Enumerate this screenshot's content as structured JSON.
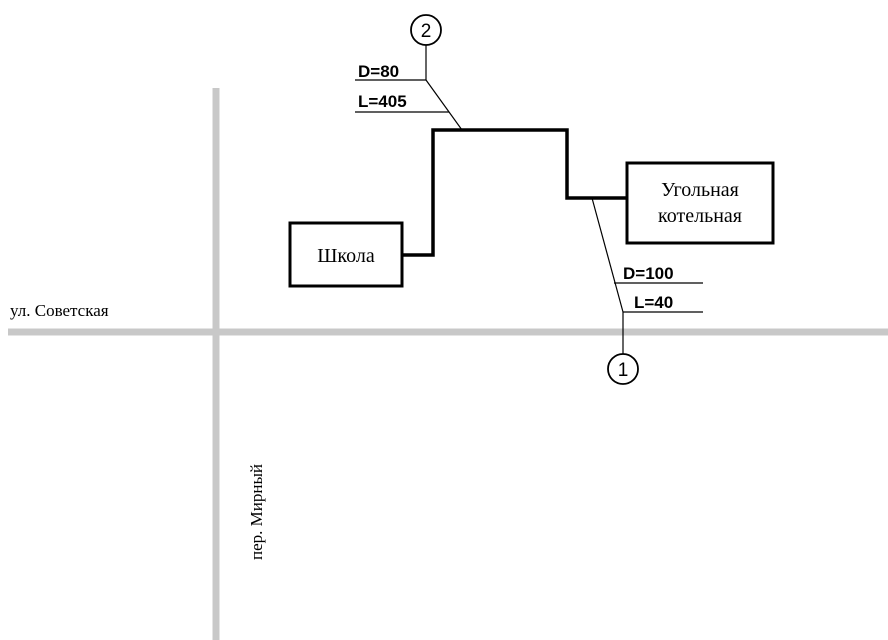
{
  "streets": {
    "horizontal_label": "ул. Советская",
    "vertical_label": "пер. Мирный"
  },
  "buildings": {
    "school": "Школа",
    "boiler_line1": "Угольная",
    "boiler_line2": "котельная"
  },
  "nodes": {
    "node1": "1",
    "node2": "2"
  },
  "annotations": {
    "upper_diameter": "D=80",
    "upper_length": "L=405",
    "lower_diameter": "D=100",
    "lower_length": "L=40"
  },
  "colors": {
    "road": "#c8c8c8",
    "line": "#000000",
    "background": "#ffffff"
  }
}
